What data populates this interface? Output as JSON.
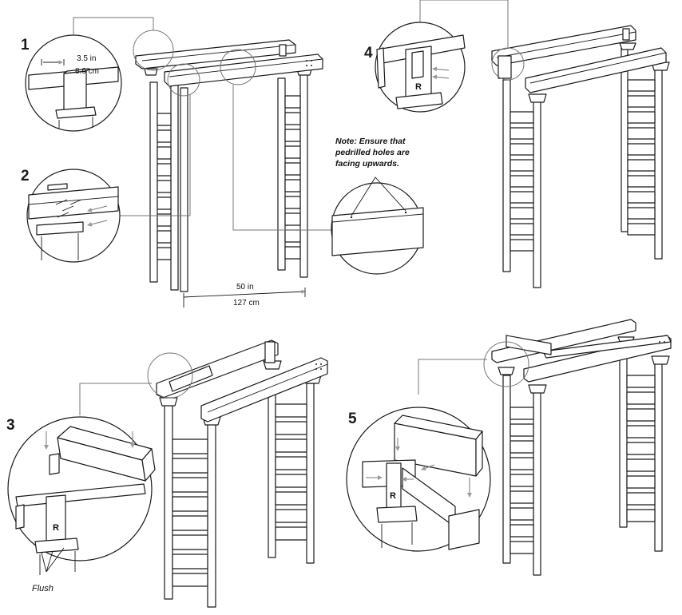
{
  "steps": [
    {
      "number": "1"
    },
    {
      "number": "2"
    },
    {
      "number": "3"
    },
    {
      "number": "4"
    },
    {
      "number": "5"
    }
  ],
  "dimensions": {
    "width_in": "3.5 in",
    "width_cm": "8.9 cm",
    "span_in": "50 in",
    "span_cm": "127 cm"
  },
  "note": {
    "line1": "Note: Ensure that",
    "line2": "pedrilled holes are",
    "line3": "facing upwards."
  },
  "labels": {
    "flush": "Flush",
    "post_mark": "R"
  },
  "colors": {
    "line": "#1a1a1a",
    "callout": "#777777",
    "arrow": "#9a9a9a"
  }
}
